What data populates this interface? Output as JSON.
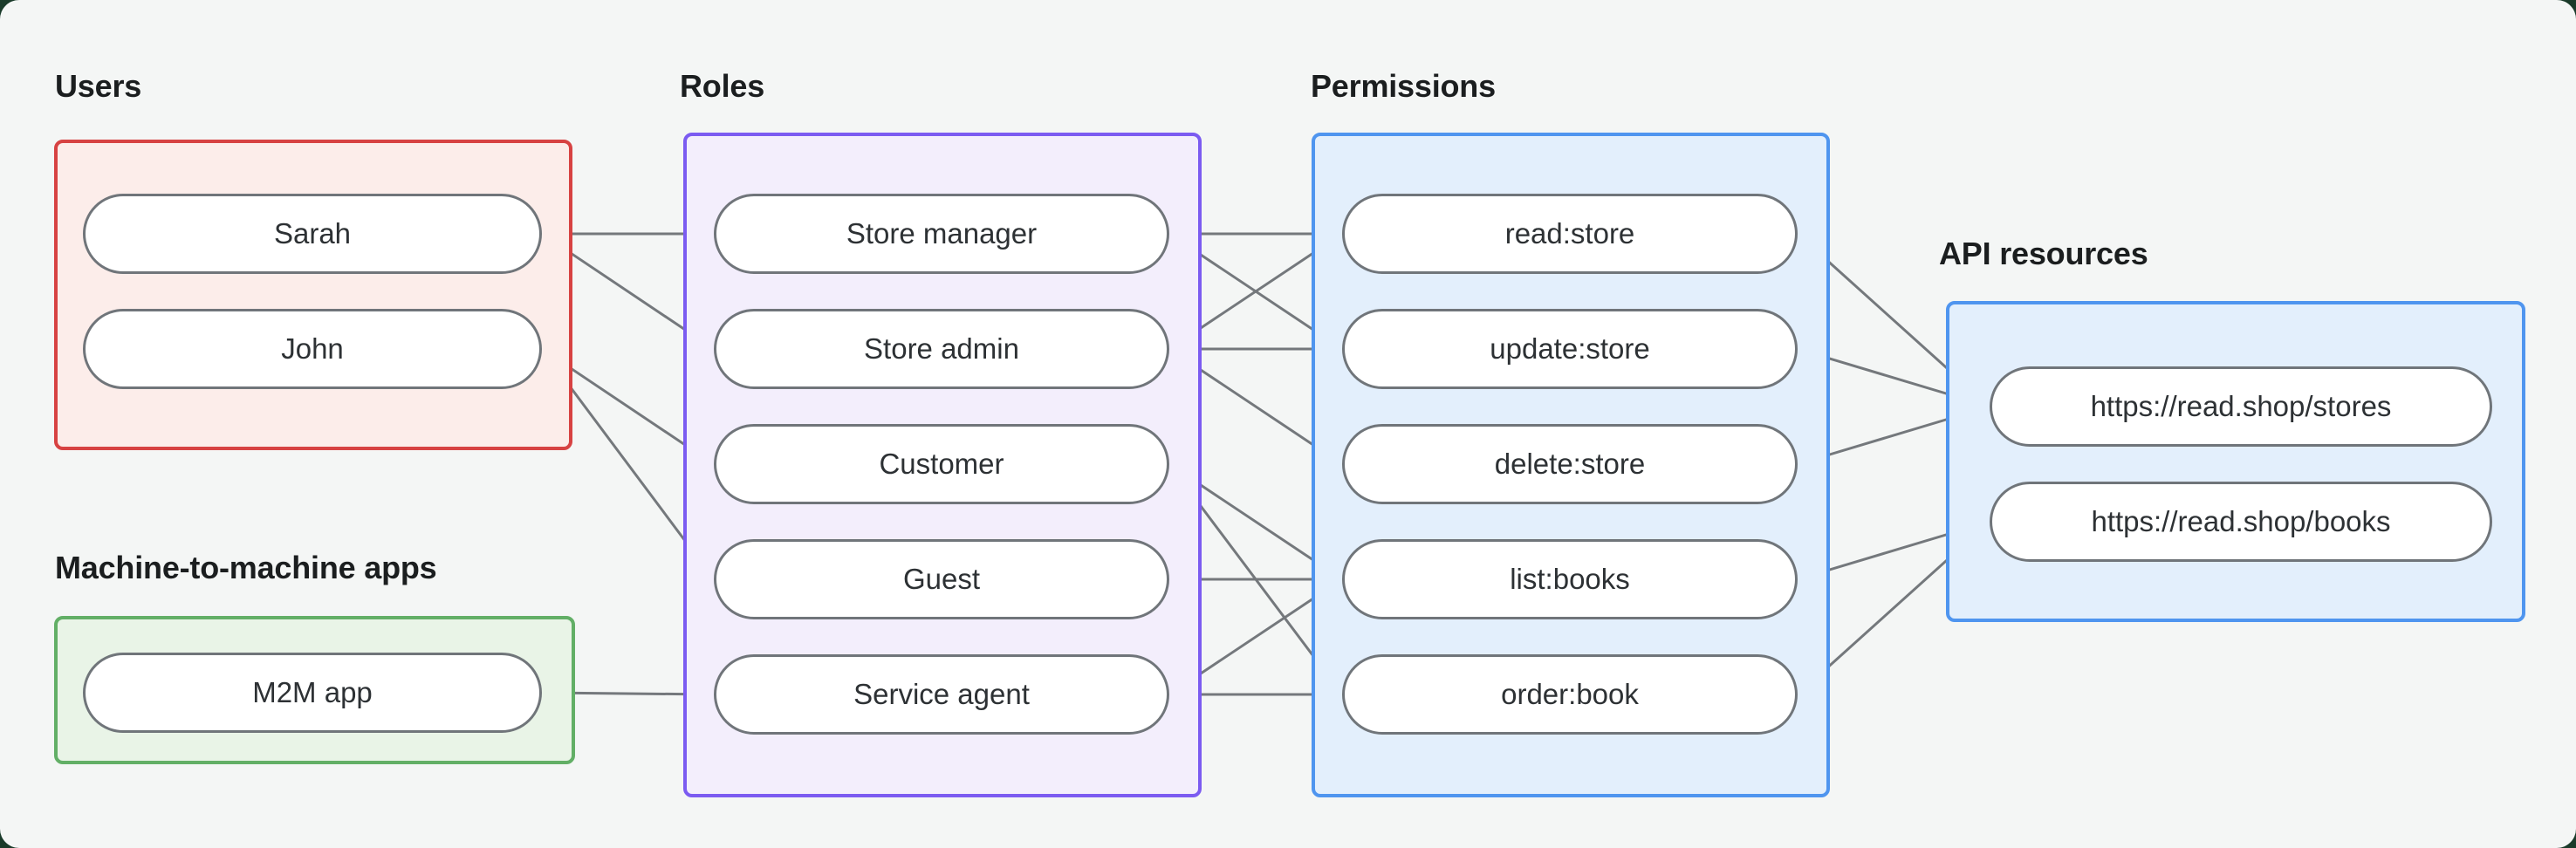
{
  "groups": {
    "users": {
      "label": "Users",
      "nodes": [
        {
          "id": "sarah",
          "label": "Sarah"
        },
        {
          "id": "john",
          "label": "John"
        }
      ]
    },
    "m2m": {
      "label": "Machine-to-machine apps",
      "nodes": [
        {
          "id": "m2m_app",
          "label": "M2M app"
        }
      ]
    },
    "roles": {
      "label": "Roles",
      "nodes": [
        {
          "id": "store_manager",
          "label": "Store manager"
        },
        {
          "id": "store_admin",
          "label": "Store admin"
        },
        {
          "id": "customer",
          "label": "Customer"
        },
        {
          "id": "guest",
          "label": "Guest"
        },
        {
          "id": "service_agent",
          "label": "Service agent"
        }
      ]
    },
    "permissions": {
      "label": "Permissions",
      "nodes": [
        {
          "id": "read_store",
          "label": "read:store"
        },
        {
          "id": "update_store",
          "label": "update:store"
        },
        {
          "id": "delete_store",
          "label": "delete:store"
        },
        {
          "id": "list_books",
          "label": "list:books"
        },
        {
          "id": "order_book",
          "label": "order:book"
        }
      ]
    },
    "api_resources": {
      "label": "API resources",
      "nodes": [
        {
          "id": "stores_api",
          "label": "https://read.shop/stores"
        },
        {
          "id": "books_api",
          "label": "https://read.shop/books"
        }
      ]
    }
  },
  "edges": [
    [
      "sarah",
      "store_manager"
    ],
    [
      "sarah",
      "store_admin"
    ],
    [
      "john",
      "customer"
    ],
    [
      "john",
      "guest"
    ],
    [
      "m2m_app",
      "service_agent"
    ],
    [
      "store_manager",
      "read_store"
    ],
    [
      "store_manager",
      "update_store"
    ],
    [
      "store_admin",
      "read_store"
    ],
    [
      "store_admin",
      "update_store"
    ],
    [
      "store_admin",
      "delete_store"
    ],
    [
      "customer",
      "list_books"
    ],
    [
      "customer",
      "order_book"
    ],
    [
      "guest",
      "list_books"
    ],
    [
      "service_agent",
      "list_books"
    ],
    [
      "service_agent",
      "order_book"
    ],
    [
      "read_store",
      "stores_api"
    ],
    [
      "update_store",
      "stores_api"
    ],
    [
      "delete_store",
      "stores_api"
    ],
    [
      "list_books",
      "books_api"
    ],
    [
      "order_book",
      "books_api"
    ]
  ],
  "colors": {
    "canvas_background": "#f4f6f5",
    "outer_background": "#1a3b2a",
    "users_box_border": "#d74242",
    "users_box_fill": "#fcedea",
    "m2m_box_border": "#62af66",
    "m2m_box_fill": "#e9f4e7",
    "roles_box_border": "#7b5bf1",
    "roles_box_fill": "#f3eefc",
    "permissions_box_border": "#4f95ef",
    "permissions_box_fill": "#e3effc",
    "edge_line": "#74787c",
    "pill_border": "#70757a"
  }
}
